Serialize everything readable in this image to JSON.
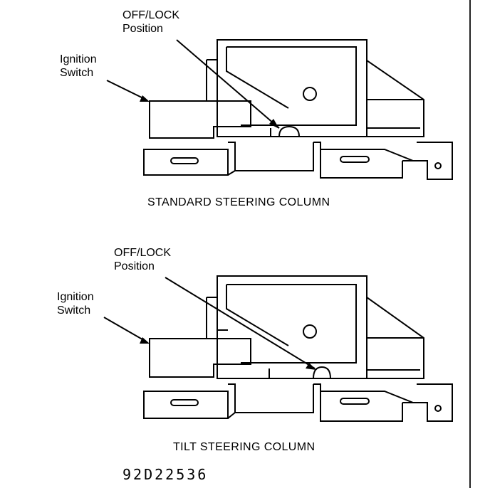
{
  "figure_code": "92D22536",
  "diagrams": [
    {
      "caption": "STANDARD STEERING COLUMN",
      "callouts": {
        "lock": [
          "OFF/LOCK",
          "Position"
        ],
        "switch": [
          "Ignition",
          "Switch"
        ]
      }
    },
    {
      "caption": "TILT STEERING COLUMN",
      "callouts": {
        "lock": [
          "OFF/LOCK",
          "Position"
        ],
        "switch": [
          "Ignition",
          "Switch"
        ]
      }
    }
  ]
}
